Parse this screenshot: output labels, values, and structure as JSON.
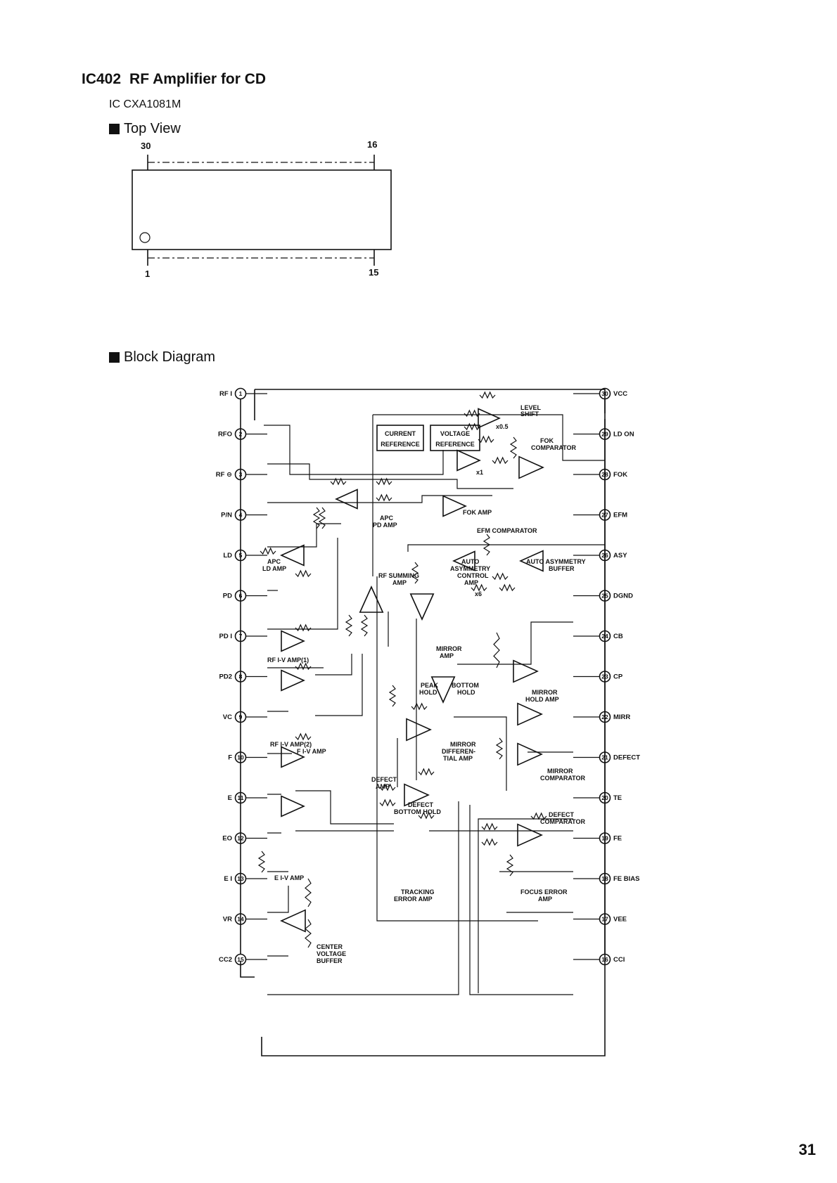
{
  "header": {
    "ic_ref": "IC402",
    "title": "RF Amplifier for CD",
    "subtitle": "IC CXA1081M"
  },
  "top_view": {
    "heading": "Top View",
    "pins": {
      "top_left": "30",
      "top_right": "16",
      "bottom_left": "1",
      "bottom_right": "15"
    }
  },
  "block_diagram": {
    "heading": "Block Diagram",
    "left_pins": [
      {
        "num": "1",
        "label": "RF I"
      },
      {
        "num": "2",
        "label": "RFO"
      },
      {
        "num": "3",
        "label": "RF ⊖"
      },
      {
        "num": "4",
        "label": "P/N"
      },
      {
        "num": "5",
        "label": "LD"
      },
      {
        "num": "6",
        "label": "PD"
      },
      {
        "num": "7",
        "label": "PD I"
      },
      {
        "num": "8",
        "label": "PD2"
      },
      {
        "num": "9",
        "label": "VC"
      },
      {
        "num": "10",
        "label": "F"
      },
      {
        "num": "11",
        "label": "E"
      },
      {
        "num": "12",
        "label": "EO"
      },
      {
        "num": "13",
        "label": "E I"
      },
      {
        "num": "14",
        "label": "VR"
      },
      {
        "num": "15",
        "label": "CC2"
      }
    ],
    "right_pins": [
      {
        "num": "30",
        "label": "VCC"
      },
      {
        "num": "29",
        "label": "LD ON"
      },
      {
        "num": "28",
        "label": "FOK"
      },
      {
        "num": "27",
        "label": "EFM"
      },
      {
        "num": "26",
        "label": "ASY"
      },
      {
        "num": "25",
        "label": "DGND"
      },
      {
        "num": "24",
        "label": "CB"
      },
      {
        "num": "23",
        "label": "CP"
      },
      {
        "num": "22",
        "label": "MIRR"
      },
      {
        "num": "21",
        "label": "DEFECT"
      },
      {
        "num": "20",
        "label": "TE"
      },
      {
        "num": "19",
        "label": "FE"
      },
      {
        "num": "18",
        "label": "FE BIAS"
      },
      {
        "num": "17",
        "label": "VEE"
      },
      {
        "num": "16",
        "label": "CCI"
      }
    ],
    "blocks": {
      "current_ref": [
        "CURRENT",
        "REFERENCE"
      ],
      "voltage_ref": [
        "VOLTAGE",
        "REFERENCE"
      ],
      "level_shift": [
        "LEVEL",
        "SHIFT"
      ],
      "x05": "x0.5",
      "x1": "x1",
      "x6": "x6",
      "fok_comp": [
        "FOK",
        "COMPARATOR"
      ],
      "fok_amp": "FOK AMP",
      "efm_comp": "EFM COMPARATOR",
      "apc_pd": [
        "APC",
        "PD AMP"
      ],
      "apc_ld": [
        "APC",
        "LD AMP"
      ],
      "auto_asym": [
        "AUTO",
        "ASYMMETRY",
        "CONTROL",
        "AMP"
      ],
      "auto_asym_buf": [
        "AUTO ASYMMETRY",
        "BUFFER"
      ],
      "rf_sum": [
        "RF SUMMING",
        "AMP"
      ],
      "mirror_amp": [
        "MIRROR",
        "AMP"
      ],
      "rf_iv1": "RF I-V AMP(1)",
      "rf_iv2": "RF I-V AMP(2)",
      "peak_hold": [
        "PEAK",
        "HOLD"
      ],
      "bottom_hold": [
        "BOTTOM",
        "HOLD"
      ],
      "mirror_hold": [
        "MIRROR",
        "HOLD AMP"
      ],
      "mirror_diff": [
        "MIRROR",
        "DIFFEREN-",
        "TIAL AMP"
      ],
      "f_iv": "F I-V AMP",
      "defect_amp": [
        "DEFECT",
        "AMP"
      ],
      "mirror_comp": [
        "MIRROR",
        "COMPARATOR"
      ],
      "defect_bottom": [
        "DEFECT",
        "BOTTOM HOLD"
      ],
      "defect_comp": [
        "DEFECT",
        "COMPARATOR"
      ],
      "e_iv": "E I-V AMP",
      "tracking": [
        "TRACKING",
        "ERROR AMP"
      ],
      "focus": [
        "FOCUS ERROR",
        "AMP"
      ],
      "center": [
        "CENTER",
        "VOLTAGE",
        "BUFFER"
      ]
    }
  },
  "page_number": "31"
}
